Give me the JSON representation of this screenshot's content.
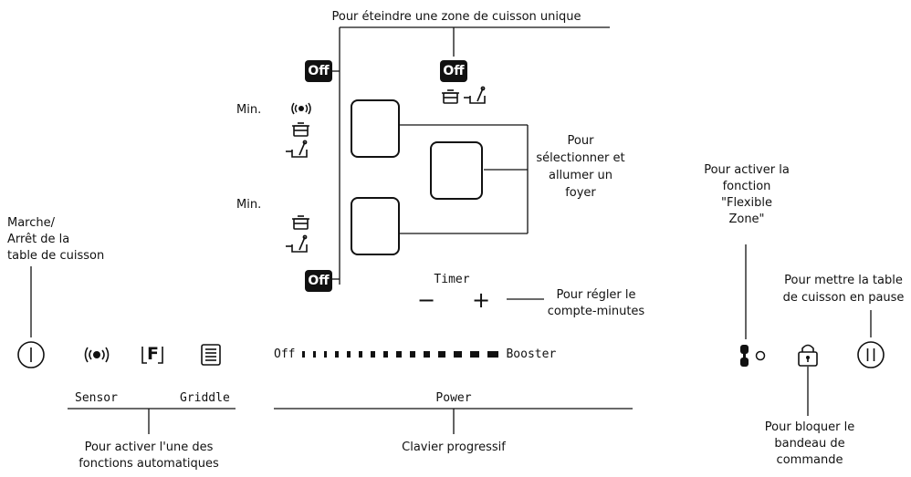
{
  "labels": {
    "off_single": "Pour éteindre une zone de cuisson unique",
    "select_1": "Pour",
    "select_2": "sélectionner et",
    "select_3": "allumer un",
    "select_4": "foyer",
    "min_1": "Min.",
    "min_2": "Min.",
    "timer": "Timer",
    "timer_minus": "−",
    "timer_plus": "+",
    "timer_desc_1": "Pour régler le",
    "timer_desc_2": "compte-minutes",
    "onoff_1": "Marche/",
    "onoff_2": "Arrêt de la",
    "onoff_3": "table de cuisson",
    "sensor": "Sensor",
    "griddle": "Griddle",
    "auto_1": "Pour activer l'une des",
    "auto_2": "fonctions automatiques",
    "power": "Power",
    "slider_off": "Off",
    "slider_booster": "Booster",
    "clavier": "Clavier progressif",
    "flex_1": "Pour activer la",
    "flex_2": "fonction",
    "flex_3": "\"Flexible",
    "flex_4": "Zone\"",
    "pause_1": "Pour mettre la table",
    "pause_2": "de cuisson en pause",
    "lock_1": "Pour bloquer le",
    "lock_2": "bandeau de",
    "lock_3": "commande",
    "off_button": "Off",
    "f_button": "F"
  },
  "icons": [
    "power-icon",
    "sensor-wave-icon",
    "f-function-icon",
    "griddle-icon",
    "flexible-zone-icon",
    "lock-icon",
    "pause-icon",
    "pot-icon",
    "pan-spatula-icon"
  ]
}
